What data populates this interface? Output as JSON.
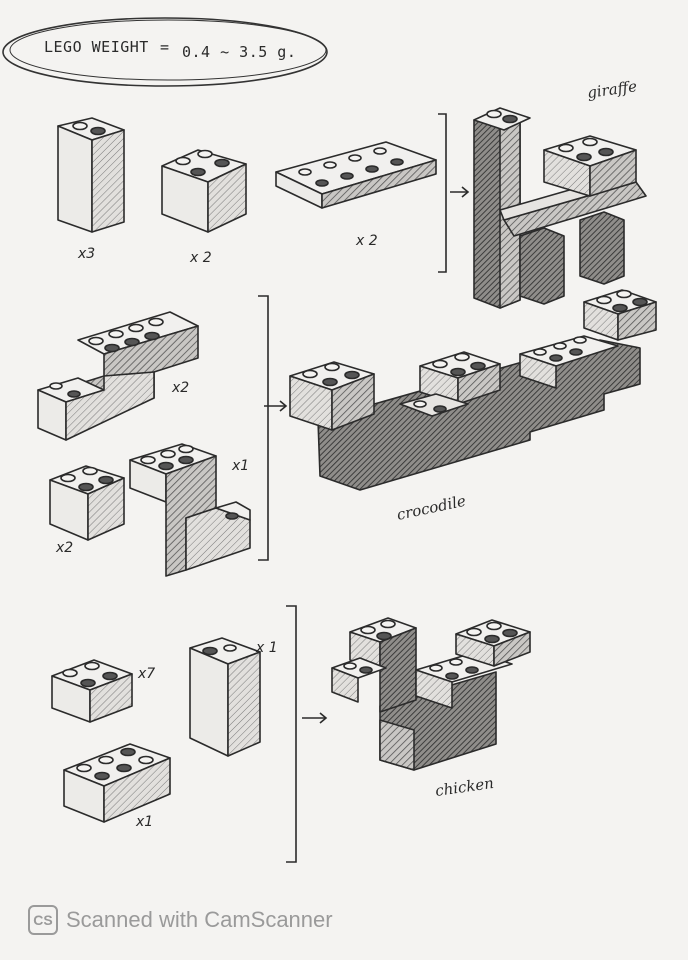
{
  "header": {
    "weight_label": "LEGO WEIGHT",
    "equals": "=",
    "weight_range": "0.4 ~ 3.5 g."
  },
  "sections": {
    "giraffe": {
      "label": "giraffe",
      "pieces": [
        {
          "name": "tall 2x1 brick",
          "count": "x3"
        },
        {
          "name": "2x2 brick",
          "count": "x 2"
        },
        {
          "name": "2x4 plate",
          "count": "x 2"
        }
      ]
    },
    "crocodile": {
      "label": "crocodile",
      "pieces": [
        {
          "name": "step brick",
          "count": "x2"
        },
        {
          "name": "2x2 brick",
          "count": "x2"
        },
        {
          "name": "L brick",
          "count": "x1"
        }
      ]
    },
    "chicken": {
      "label": "chicken",
      "pieces": [
        {
          "name": "2x2 brick",
          "count": "x7"
        },
        {
          "name": "tall 2x1 brick",
          "count": "x 1"
        },
        {
          "name": "2x3 brick",
          "count": "x1"
        }
      ]
    }
  },
  "watermark": {
    "logo": "CS",
    "text": "Scanned with CamScanner"
  },
  "colors": {
    "paper": "#f4f3f1",
    "pencil": "#2b2b2b",
    "shade": "#6a6a6a",
    "watermark": "#9a9a9a"
  }
}
